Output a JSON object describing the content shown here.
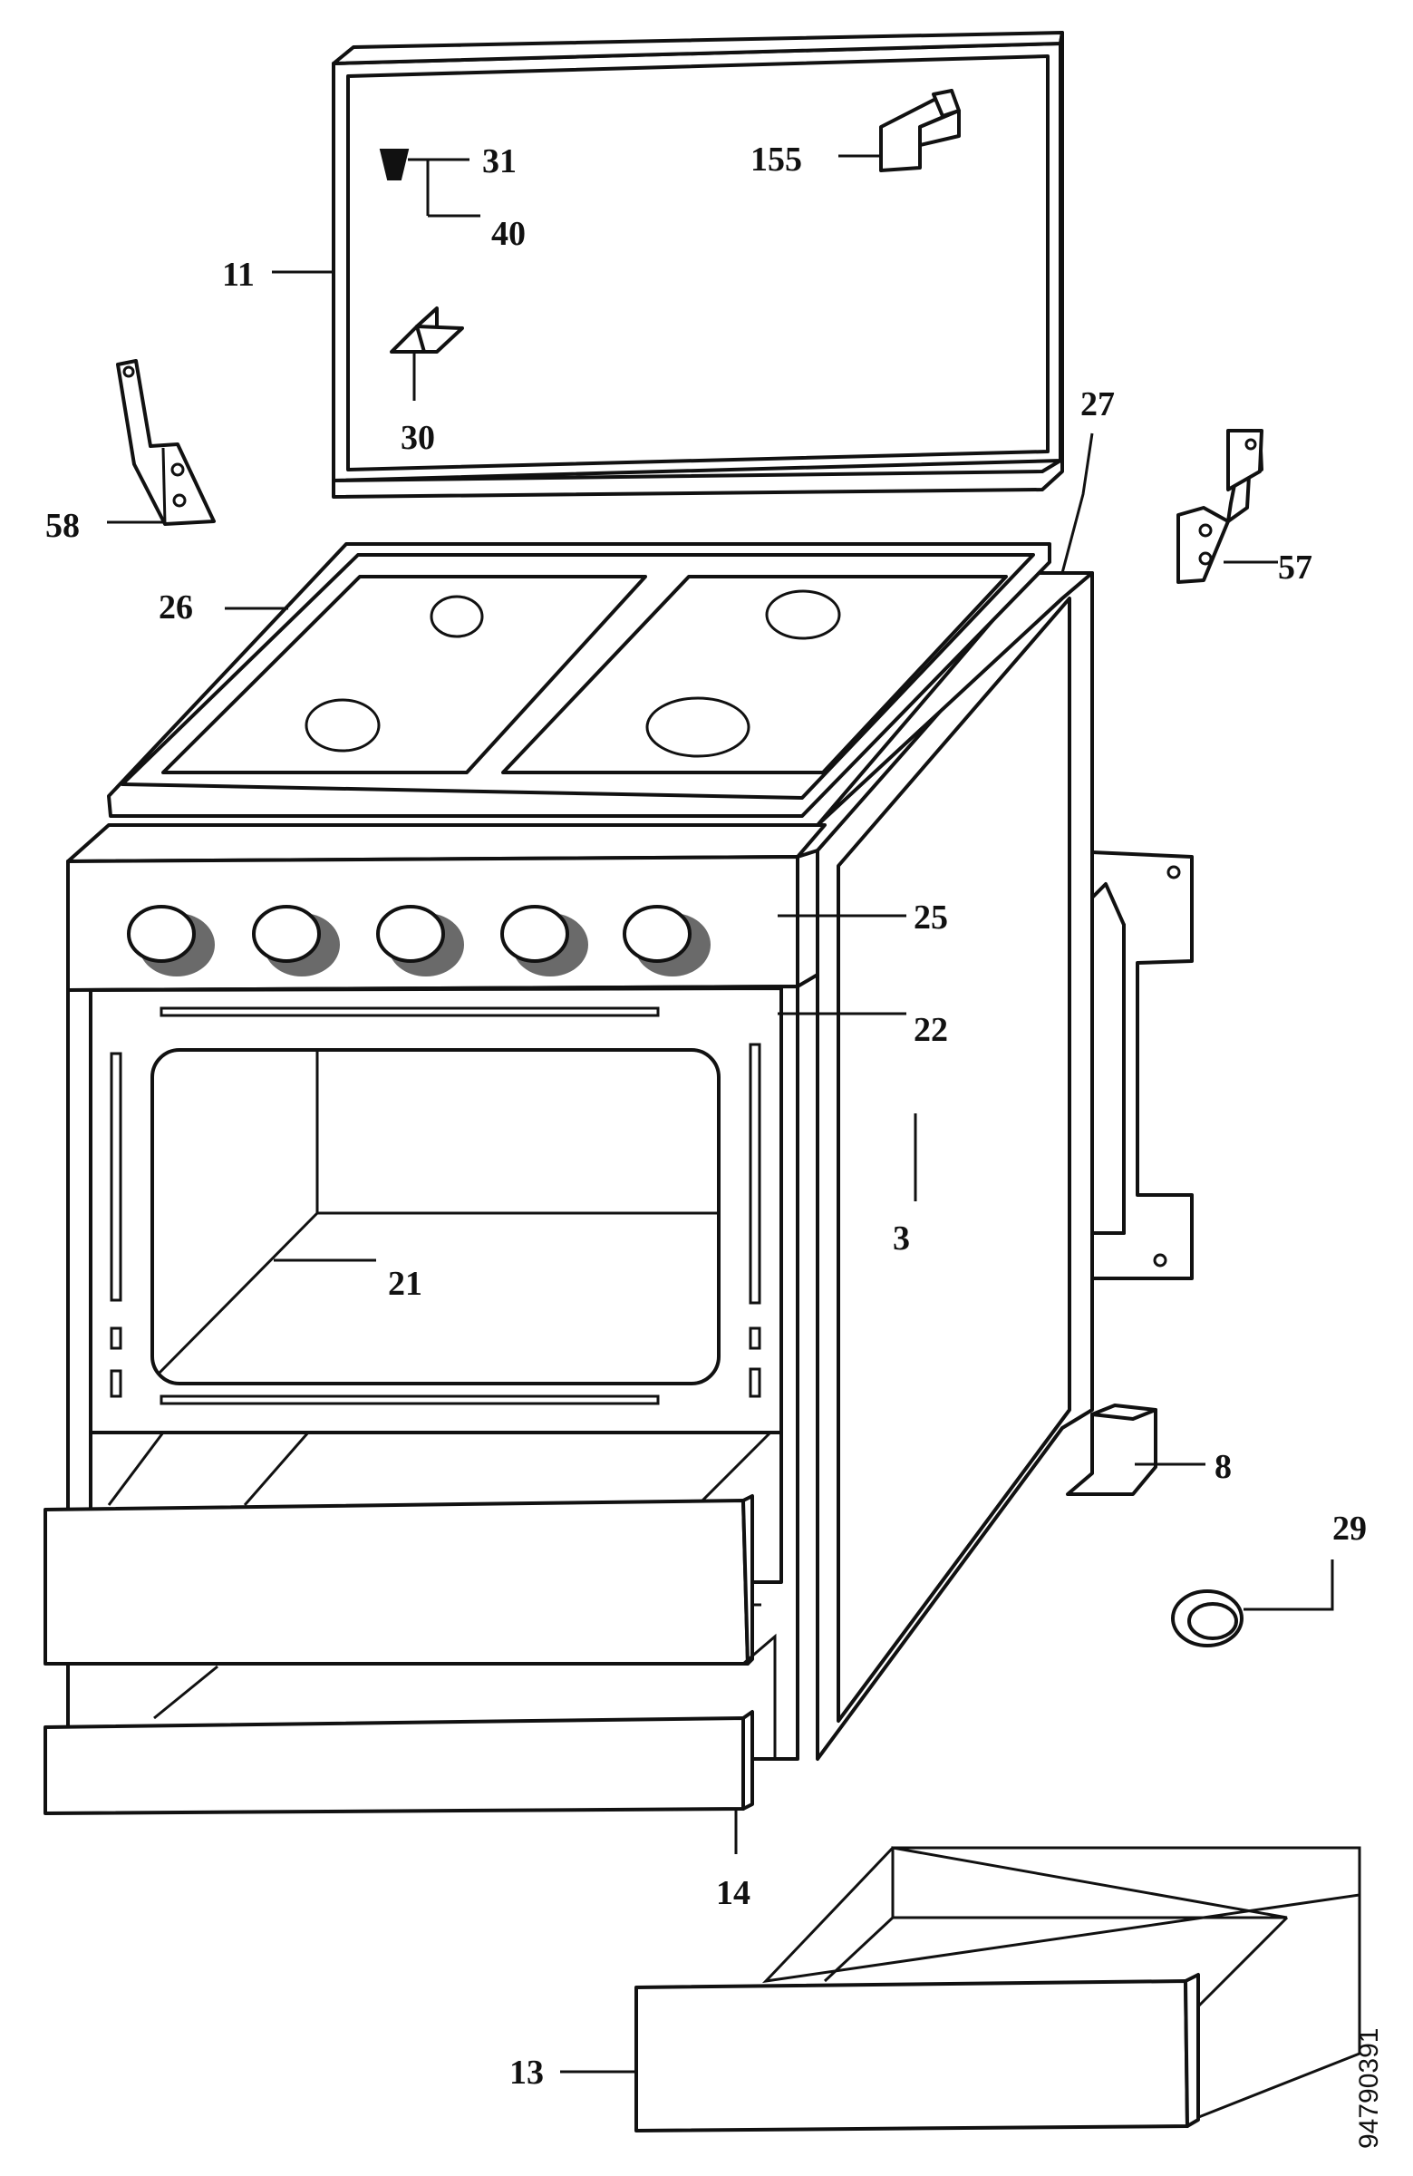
{
  "diagram": {
    "labels": {
      "p31": "31",
      "p40": "40",
      "p155": "155",
      "p11": "11",
      "p30": "30",
      "p27": "27",
      "p58": "58",
      "p57": "57",
      "p26": "26",
      "p25": "25",
      "p22": "22",
      "p3": "3",
      "p21": "21",
      "p8": "8",
      "p29": "29",
      "p14": "14",
      "p13": "13"
    },
    "drawing_code": "94790391"
  }
}
